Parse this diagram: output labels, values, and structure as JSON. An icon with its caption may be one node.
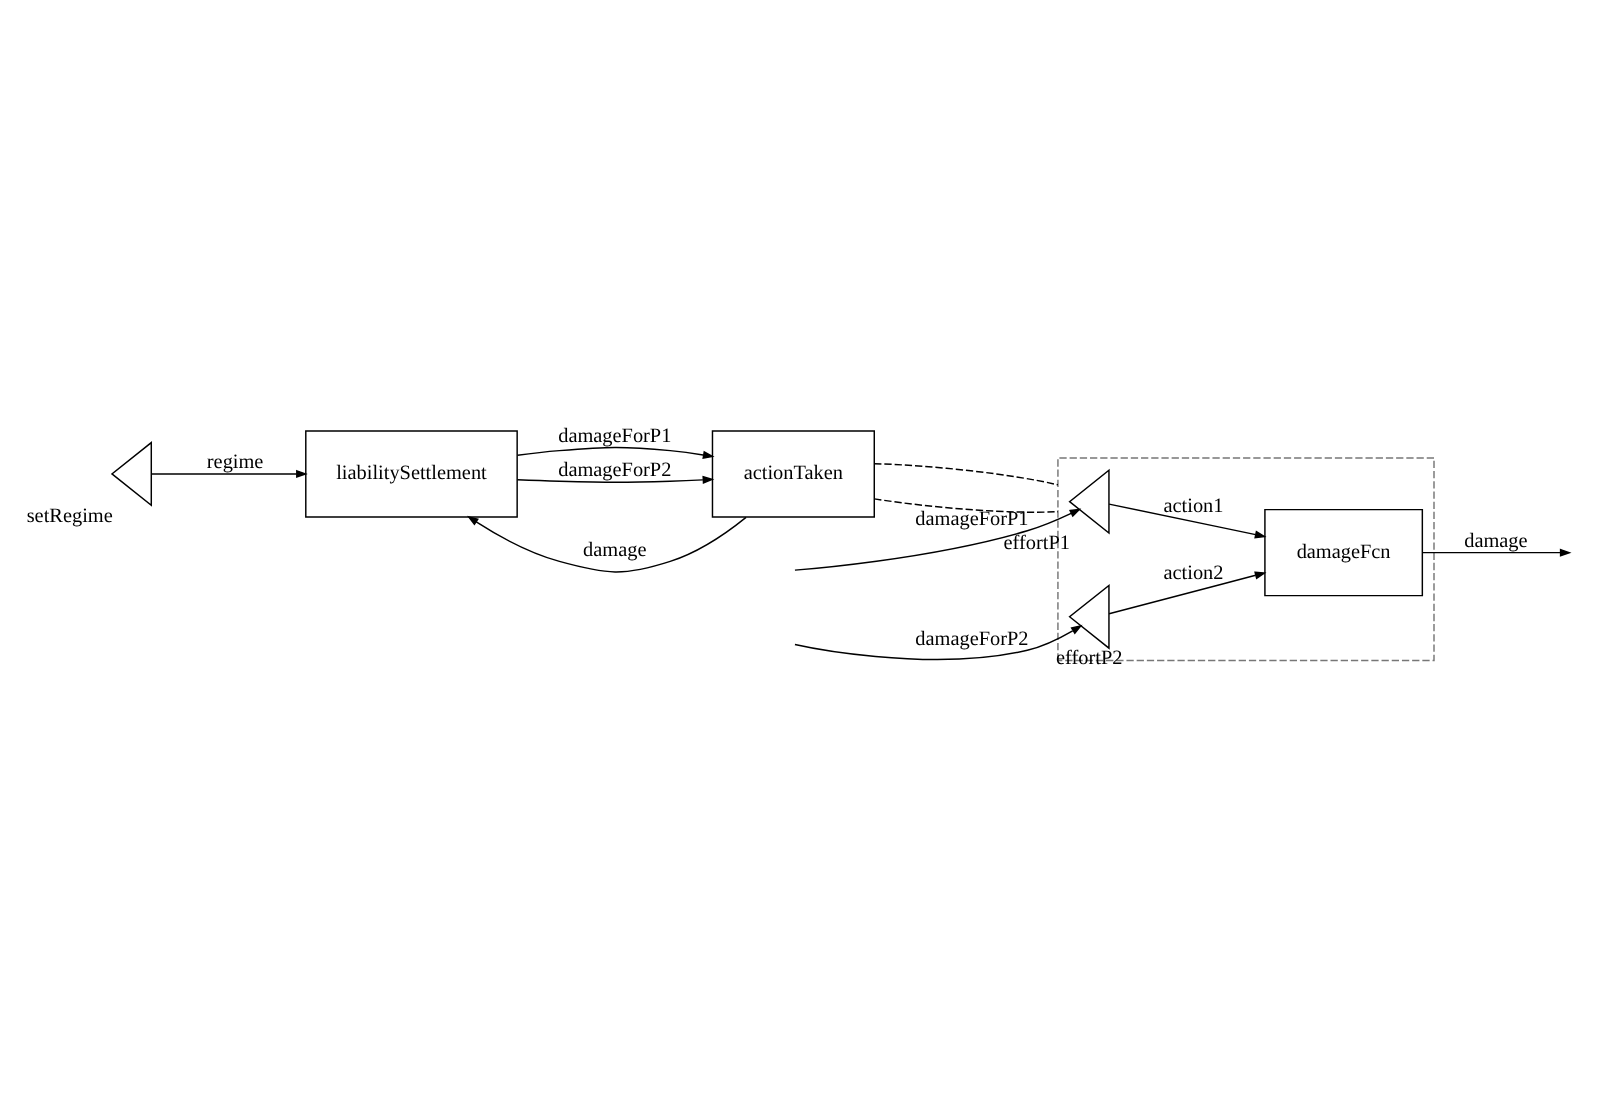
{
  "diagram": {
    "nodes": [
      {
        "text": [],
        "shape": "triangle",
        "beside": [
          "setRegime"
        ]
      },
      {
        "text": [
          "liabilitySettlement"
        ]
      },
      {
        "text": [
          "actionTaken"
        ]
      },
      {
        "text": [],
        "shape": "box"
      },
      {
        "text": [],
        "shape": "triangle",
        "beside": [
          "effortP1"
        ],
        "in": 3
      },
      {
        "text": [
          "damageFcn"
        ],
        "in": 3
      },
      {
        "text": [],
        "shape": "triangle",
        "beside": [
          "effortP2"
        ],
        "in": 3
      }
    ],
    "edges": [
      {
        "from": 0,
        "to": 1,
        "arrow": "to",
        "label": "regime"
      },
      {
        "from": 2,
        "to": 1,
        "arrow": "to",
        "label": "damage"
      },
      {
        "from": 1,
        "to": 2,
        "arrow": "to",
        "label": "damageForP1"
      },
      {
        "from": 1,
        "to": 2,
        "arrow": "to",
        "label": "damageForP2"
      },
      {
        "from": 2,
        "to": 3,
        "arrow": "none",
        "style": "dashed"
      },
      {
        "from": 2,
        "to": 3,
        "arrow": "none",
        "style": "dashed"
      },
      {
        "from": 4,
        "to": 5,
        "arrow": "to",
        "label": "action1"
      },
      {
        "from": 6,
        "to": 5,
        "arrow": "to",
        "label": "action2"
      },
      {
        "from": 5,
        "to": null,
        "arrow": "to",
        "label": "damage"
      },
      {
        "from": null,
        "to": 4,
        "arrow": "to",
        "label": "damageForP1"
      },
      {
        "from": null,
        "to": 6,
        "arrow": "to",
        "label": "damageForP2"
      }
    ]
  }
}
